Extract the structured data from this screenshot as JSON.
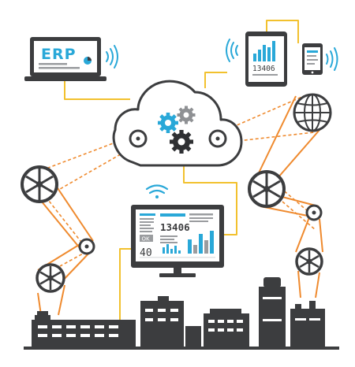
{
  "laptop": {
    "screen_text": "ERP"
  },
  "tablet": {
    "screen_value": "13406"
  },
  "monitor": {
    "headline_value": "13406",
    "badge_text": "OK",
    "secondary_value": "40"
  },
  "colors": {
    "dark": "#3c3d3f",
    "cyan": "#29a8d8",
    "yellow": "#f2c12e",
    "orange": "#ef8a2e",
    "grey": "#9a9c9f"
  },
  "icons": [
    "laptop-icon",
    "tablet-icon",
    "phone-icon",
    "cloud-icon",
    "gear-icon",
    "globe-icon",
    "wifi-icon",
    "pulley-icon",
    "factory-icon",
    "monitor-icon"
  ]
}
